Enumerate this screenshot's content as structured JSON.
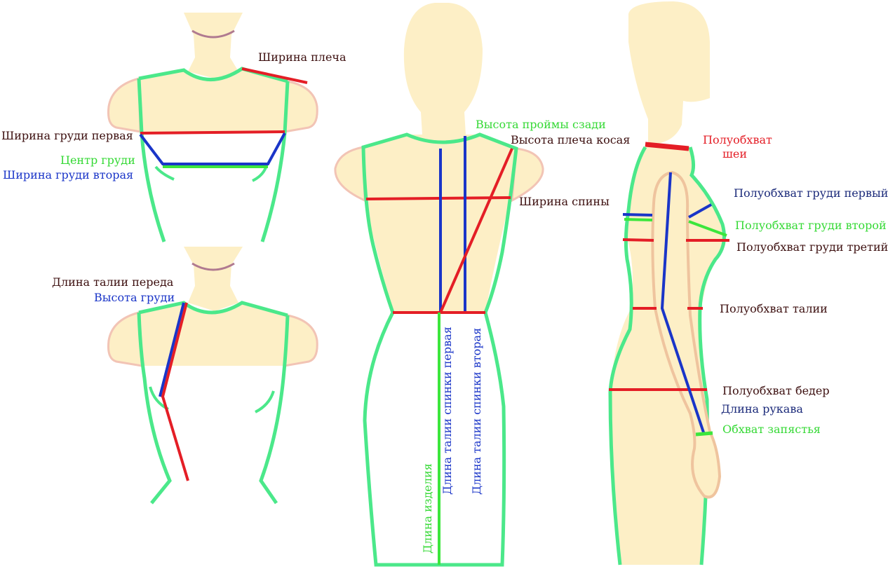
{
  "colors": {
    "skin": "#FDEFC6",
    "skin_outline": "#F2C4B5",
    "body_outline": "#4BE88A",
    "red": "#E41E26",
    "blue": "#1A35C8",
    "green": "#3CE63C",
    "label_dark": "#3C0F0F",
    "label_blue": "#1A35C8",
    "label_green": "#35D935",
    "label_red": "#E41E26",
    "label_navy": "#1B2A7A"
  },
  "labels": {
    "shoulder_width": "Ширина плеча",
    "chest_width_first": "Ширина груди первая",
    "bust_center": "Центр груди",
    "chest_width_second": "Ширина груди вторая",
    "front_waist_length": "Длина талии переда",
    "bust_height": "Высота груди",
    "back_armhole_height": "Высота проймы сзади",
    "oblique_shoulder_height": "Высота плеча косая",
    "back_width": "Ширина спины",
    "garment_length": "Длина изделия",
    "back_waist_length_first": "Длина талии спинки первая",
    "back_waist_length_second": "Длина талии спинки вторая",
    "half_neck_line1": "Полуобхват",
    "half_neck_line2": "шеи",
    "half_bust_first": "Полуобхват груди первый",
    "half_bust_second": "Полуобхват груди второй",
    "half_bust_third": "Полуобхват груди третий",
    "half_waist": "Полуобхват талии",
    "half_hips": "Полуобхват бедер",
    "sleeve_length": "Длина рукава",
    "wrist_girth": "Обхват запястья"
  }
}
